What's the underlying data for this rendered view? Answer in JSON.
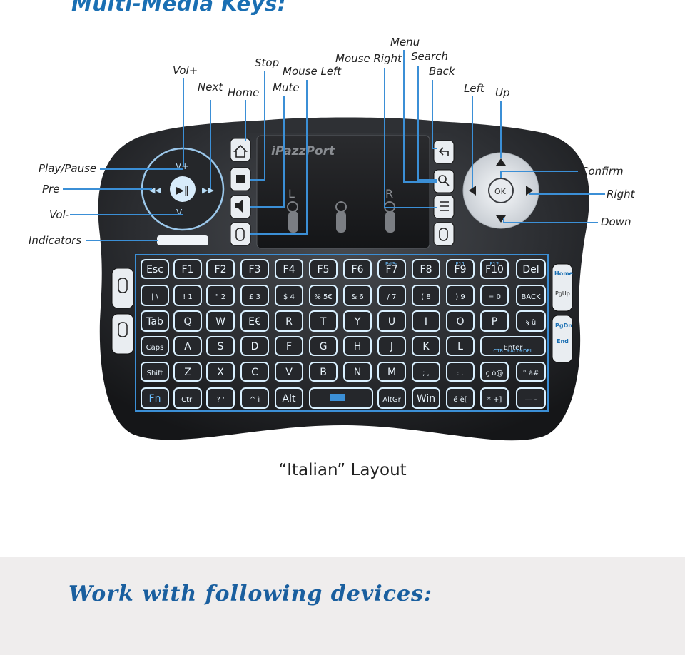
{
  "headings": {
    "top": "Multi-Media Keys:",
    "bottom": "Work with following devices:"
  },
  "caption": "“Italian” Layout",
  "brand": "iPazzPort",
  "colors": {
    "accent": "#1a6fb3",
    "key_glow": "#d9f0ff",
    "frame": "#3b8fd6",
    "footer_bg": "#efeded"
  },
  "callouts": {
    "menu": "Menu",
    "search": "Search",
    "back": "Back",
    "mouse_right": "Mouse Right",
    "stop": "Stop",
    "mouse_left": "Mouse Left",
    "vol_plus": "Vol+",
    "next": "Next",
    "home": "Home",
    "mute": "Mute",
    "left": "Left",
    "up": "Up",
    "play_pause": "Play/Pause",
    "pre": "Pre",
    "vol_minus": "Vol-",
    "indicators": "Indicators",
    "confirm": "Confirm",
    "right": "Right",
    "down": "Down"
  },
  "dpad": {
    "ok": "OK"
  },
  "media_wheel": {
    "vol_plus": "V+",
    "vol_minus": "V-"
  },
  "touchpad": {
    "left": "L",
    "right": "R"
  },
  "side_keys": {
    "home": "Home",
    "pgup": "PgUp",
    "pgdn": "PgDn",
    "end": "End"
  },
  "keys": {
    "row1": [
      "Esc",
      "F1",
      "F2",
      "F3",
      "F4",
      "F5",
      "F6",
      "F7",
      "F8",
      "F9",
      "F10",
      "Del"
    ],
    "row1_sub": [
      "",
      "",
      "",
      "",
      "",
      "",
      "",
      "PrtSc",
      "",
      "F11",
      "F12",
      ""
    ],
    "row2": [
      "|  \\",
      "!  1",
      "\"  2",
      "£  3",
      "$  4",
      "%  5€",
      "&  6",
      "/  7",
      "(  8",
      ")  9",
      "=  0",
      "BACK"
    ],
    "row3": [
      "Tab",
      "Q",
      "W",
      "E€",
      "R",
      "T",
      "Y",
      "U",
      "I",
      "O",
      "P",
      "§  ù"
    ],
    "row4": [
      "Caps",
      "A",
      "S",
      "D",
      "F",
      "G",
      "H",
      "J",
      "K",
      "L",
      "Enter"
    ],
    "row4_sub": "CTRL+ALT+DEL",
    "row5": [
      "Shift",
      "Z",
      "X",
      "C",
      "V",
      "B",
      "N",
      "M",
      ";  ,",
      ":  .",
      "ç  ò@",
      "°  à#"
    ],
    "row6": [
      "Fn",
      "Ctrl",
      "?  '",
      "^  ì",
      "Alt",
      "",
      "AltGr",
      "Win",
      "é  è[",
      "*  +]",
      "—  -"
    ]
  }
}
